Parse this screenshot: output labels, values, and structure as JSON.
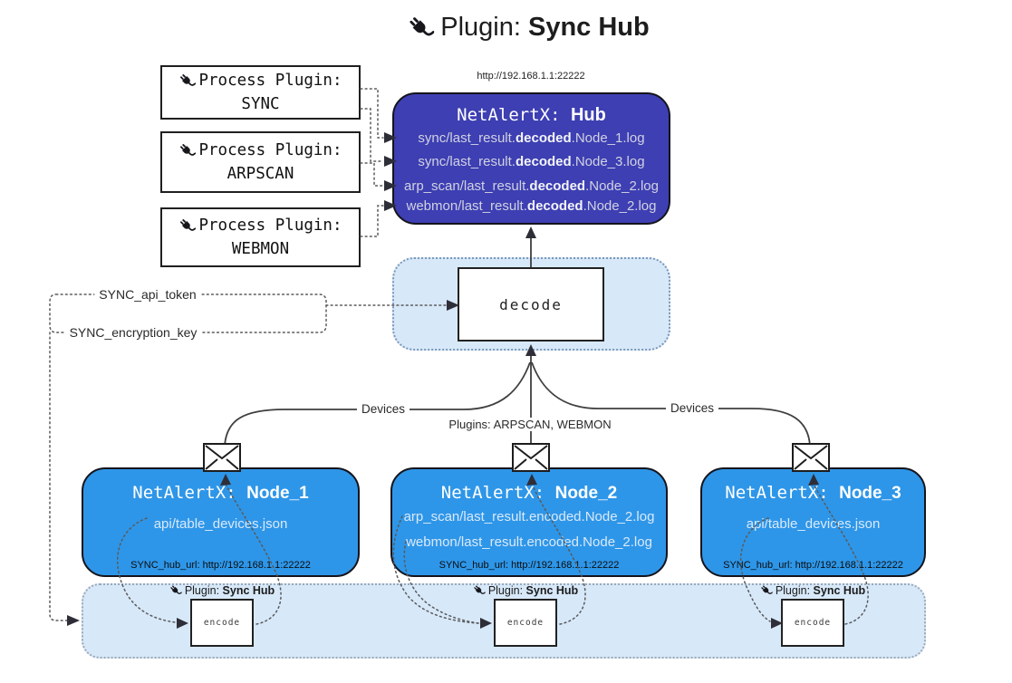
{
  "colors": {
    "hub_fill": "#3d3fb2",
    "node_fill": "#2e96e8",
    "panel_fill": "#d7e8f9",
    "panel_border": "#7b98b8",
    "panel_border2": "#9aa8b8",
    "line": "#3f3f3f",
    "dotted": "#5a5a5a",
    "hub_text": "#d2d2e2",
    "hub_text_bold": "#f4f4f8",
    "node_text": "#d9e9fb"
  },
  "title": {
    "plain": "Plugin: ",
    "bold": "Sync Hub"
  },
  "process_plugins": [
    {
      "line1": "Process Plugin:",
      "name": "SYNC"
    },
    {
      "line1": "Process Plugin:",
      "name": "ARPSCAN"
    },
    {
      "line1": "Process Plugin:",
      "name": "WEBMON"
    }
  ],
  "hub": {
    "url": "http://192.168.1.1:22222",
    "title_mono": "NetAlertX: ",
    "title_bold": "Hub",
    "logs": [
      {
        "pre": "sync/last_result.",
        "bold": "decoded",
        "post": ".Node_1.log"
      },
      {
        "pre": "sync/last_result.",
        "bold": "decoded",
        "post": ".Node_3.log"
      },
      {
        "pre": "arp_scan/last_result.",
        "bold": "decoded",
        "post": ".Node_2.log"
      },
      {
        "pre": "webmon/last_result.",
        "bold": "decoded",
        "post": ".Node_2.log"
      }
    ]
  },
  "decode": {
    "label": "decode"
  },
  "keys": {
    "api_token": "SYNC_api_token",
    "encryption_key": "SYNC_encryption_key"
  },
  "edges": {
    "devices_left": "Devices",
    "devices_right": "Devices",
    "plugins_mid": "Plugins: ARPSCAN, WEBMON"
  },
  "nodes": [
    {
      "title_mono": "NetAlertX: ",
      "title_bold": "Node_1",
      "files": [
        "api/table_devices.json"
      ],
      "hub_url": "SYNC_hub_url: http://192.168.1.1:22222"
    },
    {
      "title_mono": "NetAlertX: ",
      "title_bold": "Node_2",
      "files": [
        "arp_scan/last_result.encoded.Node_2.log",
        "webmon/last_result.encoded.Node_2.log"
      ],
      "hub_url": "SYNC_hub_url: http://192.168.1.1:22222"
    },
    {
      "title_mono": "NetAlertX: ",
      "title_bold": "Node_3",
      "files": [
        "api/table_devices.json"
      ],
      "hub_url": "SYNC_hub_url: http://192.168.1.1:22222"
    }
  ],
  "encoders": [
    {
      "label_plain": "Plugin: ",
      "label_bold": "Sync Hub",
      "box": "encode"
    },
    {
      "label_plain": "Plugin: ",
      "label_bold": "Sync Hub",
      "box": "encode"
    },
    {
      "label_plain": "Plugin: ",
      "label_bold": "Sync Hub",
      "box": "encode"
    }
  ]
}
